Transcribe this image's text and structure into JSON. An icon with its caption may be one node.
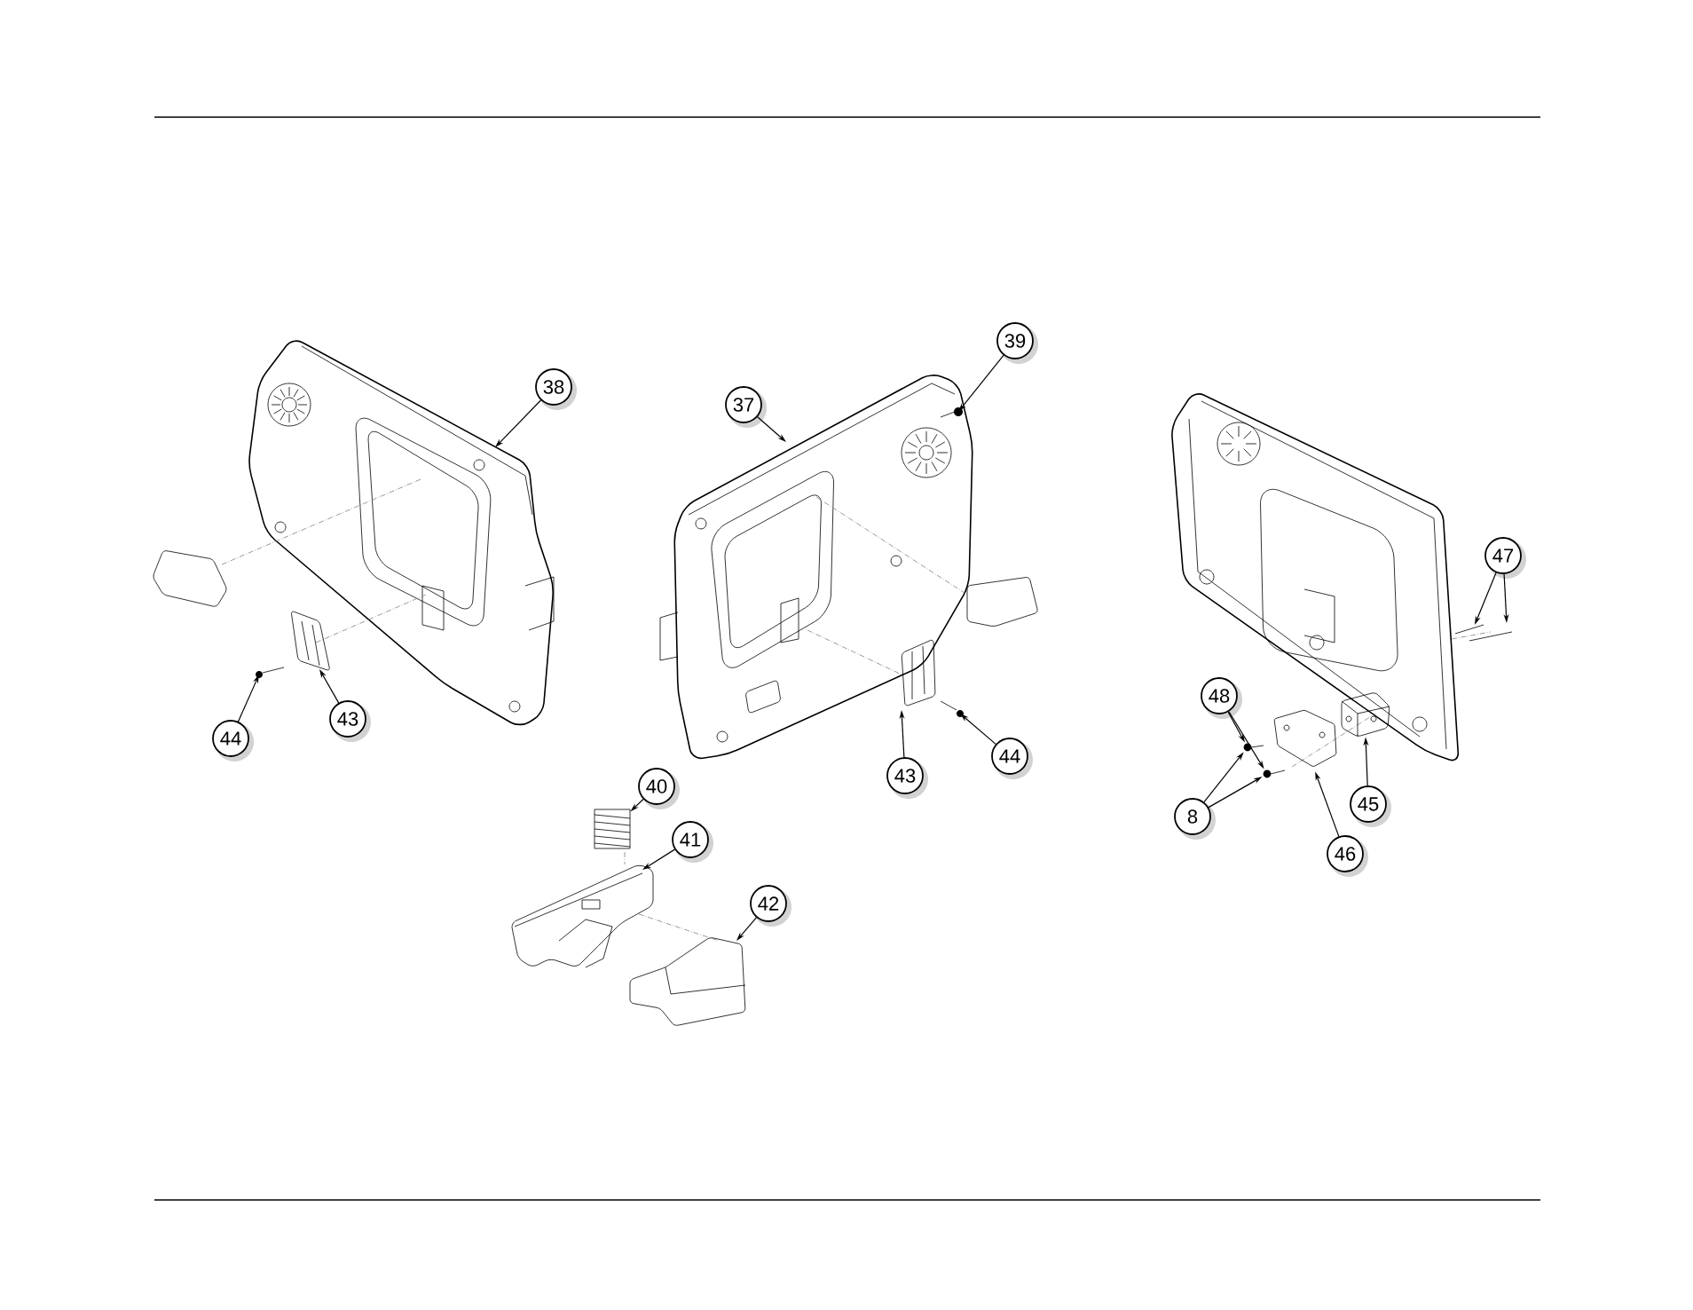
{
  "diagram": {
    "nodes": [
      {
        "text": [
          "38"
        ]
      },
      {
        "text": [
          "43"
        ]
      },
      {
        "text": [
          "44"
        ]
      },
      {
        "text": [
          "37"
        ]
      },
      {
        "text": [
          "39"
        ]
      },
      {
        "text": [
          "43"
        ]
      },
      {
        "text": [
          "44"
        ]
      },
      {
        "text": [
          "40"
        ]
      },
      {
        "text": [
          "41"
        ]
      },
      {
        "text": [
          "42"
        ]
      },
      {
        "text": [
          "47"
        ]
      },
      {
        "text": [
          "48"
        ]
      },
      {
        "text": [
          "8"
        ]
      },
      {
        "text": [
          "45"
        ]
      },
      {
        "text": [
          "46"
        ]
      },
      {
        "text": [],
        "shape": "picture"
      },
      {
        "text": [],
        "shape": "picture"
      },
      {
        "text": [],
        "shape": "picture"
      },
      {
        "text": [],
        "shape": "picture"
      },
      {
        "text": [],
        "shape": "picture"
      }
    ],
    "edges": [
      {
        "from": 0,
        "to": null,
        "arrow": "to"
      },
      {
        "from": 1,
        "to": null,
        "arrow": "to"
      },
      {
        "from": 2,
        "to": null,
        "arrow": "to"
      },
      {
        "from": 3,
        "to": null,
        "arrow": "to"
      },
      {
        "from": 4,
        "to": null,
        "arrow": "to"
      },
      {
        "from": 5,
        "to": null,
        "arrow": "to"
      },
      {
        "from": 6,
        "to": null,
        "arrow": "to"
      },
      {
        "from": 7,
        "to": 15,
        "arrow": "to"
      },
      {
        "from": 8,
        "to": null,
        "arrow": "to"
      },
      {
        "from": 9,
        "to": null,
        "arrow": "to"
      },
      {
        "from": 10,
        "to": null,
        "arrow": "to"
      },
      {
        "from": 10,
        "to": null,
        "arrow": "to"
      },
      {
        "from": 11,
        "to": 18,
        "arrow": "to"
      },
      {
        "from": 11,
        "to": 16,
        "arrow": "to"
      },
      {
        "from": 12,
        "to": 18,
        "arrow": "to"
      },
      {
        "from": 12,
        "to": 16,
        "arrow": "to"
      },
      {
        "from": 13,
        "to": 19,
        "arrow": "to"
      },
      {
        "from": 14,
        "to": 17,
        "arrow": "to"
      }
    ]
  }
}
